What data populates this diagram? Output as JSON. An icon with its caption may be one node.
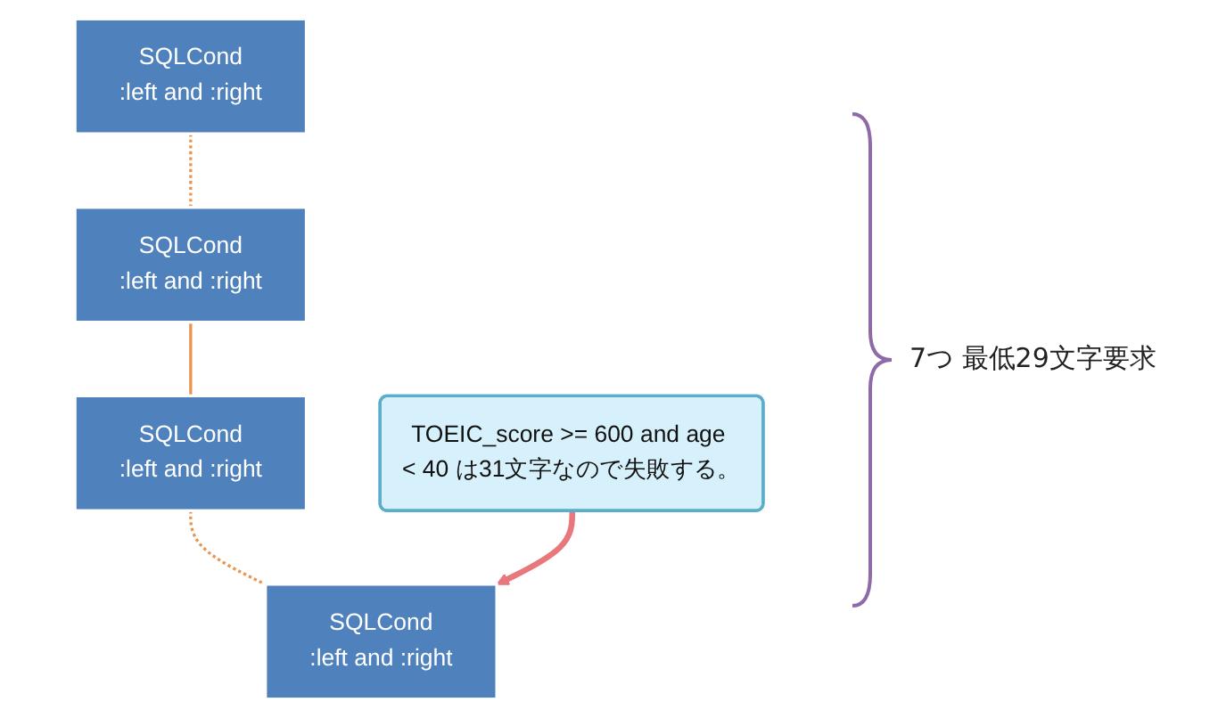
{
  "diagram": {
    "nodes": [
      {
        "text": [
          "SQLCond",
          ":left and :right"
        ]
      },
      {
        "text": [
          "SQLCond",
          ":left and :right"
        ]
      },
      {
        "text": [
          "SQLCond",
          ":left and :right"
        ]
      },
      {
        "text": [
          "SQLCond",
          ":left and :right"
        ]
      },
      {
        "text": [
          "TOEIC_score >= 600 and age < 40 は31文字なので失敗する。"
        ]
      }
    ],
    "edges": [
      {
        "from": 0,
        "to": 1,
        "arrow": "none",
        "style": "dashed"
      },
      {
        "from": 1,
        "to": 2,
        "arrow": "none"
      },
      {
        "from": 2,
        "to": 3,
        "arrow": "none",
        "style": "dashed"
      },
      {
        "from": 4,
        "to": 3,
        "arrow": "to",
        "style": "thick",
        "color": "#e8787c"
      }
    ],
    "labels": [
      "7つ 最低29文字要求"
    ]
  }
}
